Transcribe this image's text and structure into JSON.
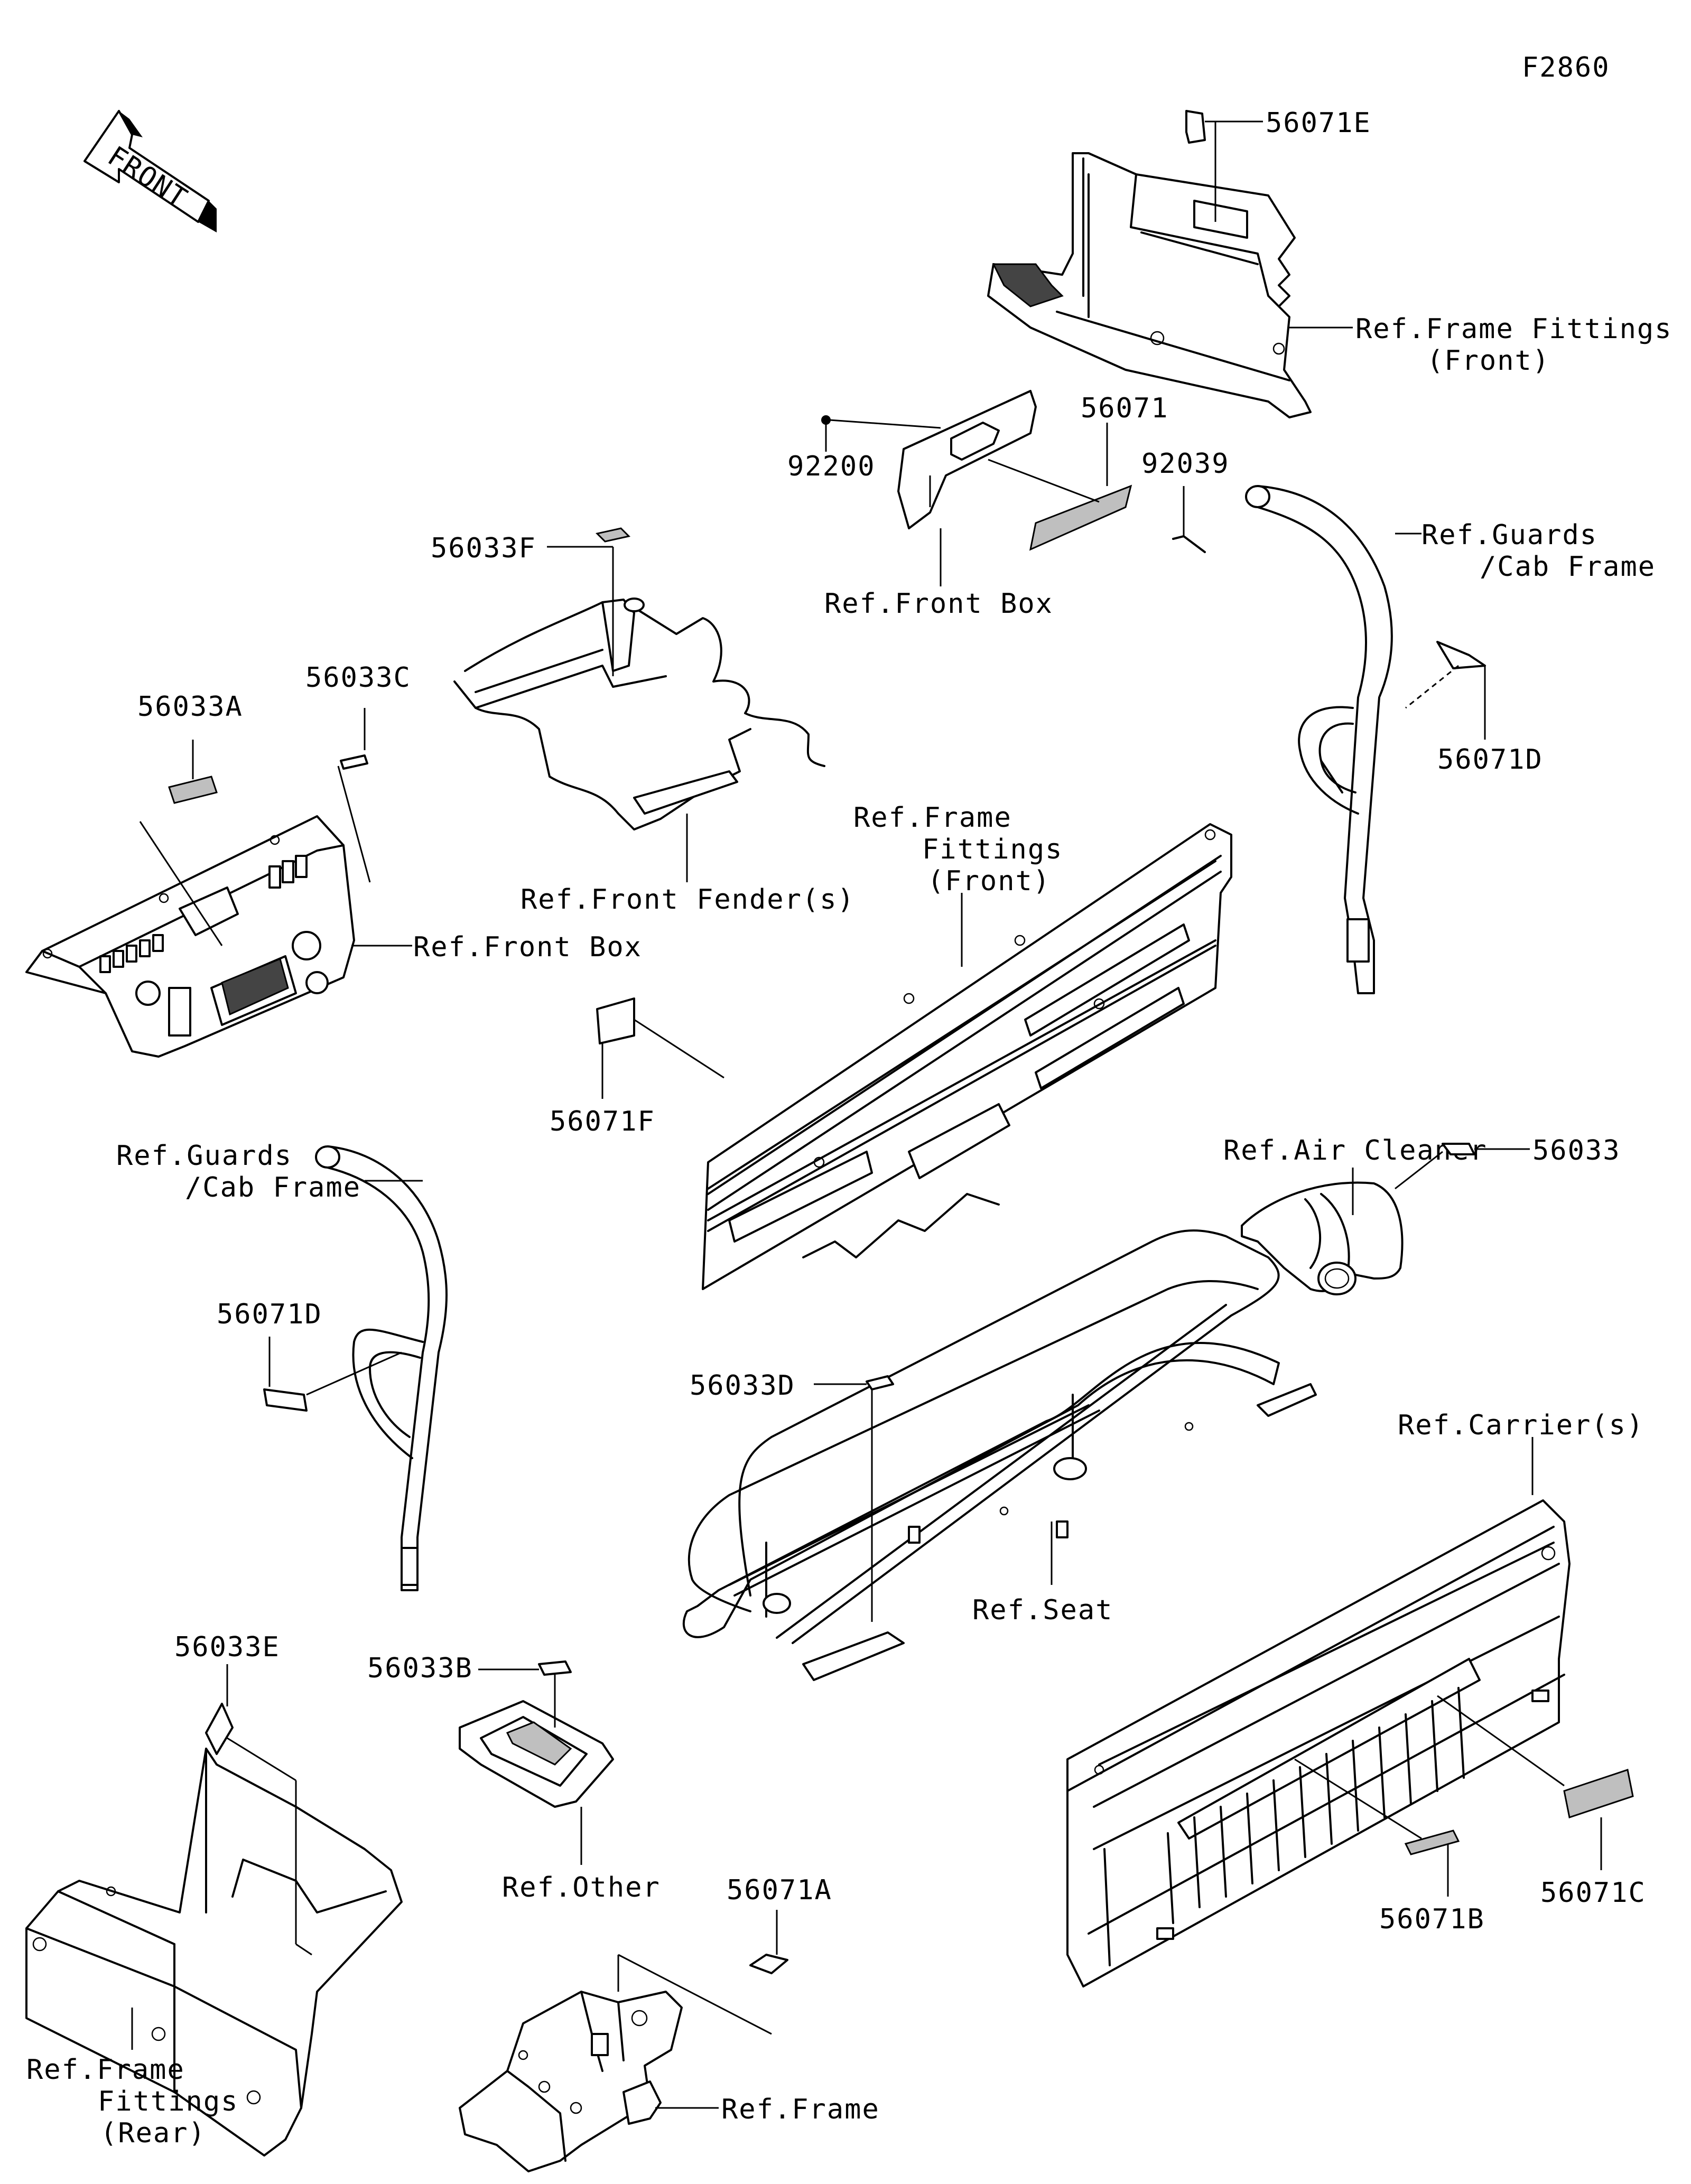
{
  "figure_id": "F2860",
  "front_arrow_label": "FRONT",
  "callouts": {
    "p56071E": "56071E",
    "ref_frame_fittings_front_1": "Ref.Frame Fittings",
    "ref_frame_fittings_front_1b": "(Front)",
    "p92200": "92200",
    "p56071": "56071",
    "p92039": "92039",
    "ref_front_box_1": "Ref.Front Box",
    "ref_guards_1a": "Ref.Guards",
    "ref_guards_1b": "/Cab Frame",
    "p56071D_right": "56071D",
    "p56033F": "56033F",
    "p56033A": "56033A",
    "p56033C": "56033C",
    "ref_front_fenders": "Ref.Front Fender(s)",
    "ref_front_box_2": "Ref.Front Box",
    "ref_frame_fittings_front_2a": "Ref.Frame",
    "ref_frame_fittings_front_2b": "Fittings",
    "ref_frame_fittings_front_2c": "(Front)",
    "p56071F": "56071F",
    "ref_guards_2a": "Ref.Guards",
    "ref_guards_2b": "/Cab Frame",
    "ref_air_cleaner": "Ref.Air Cleaner",
    "p56033": "56033",
    "p56071D_left": "56071D",
    "p56033D": "56033D",
    "ref_carriers": "Ref.Carrier(s)",
    "ref_seat": "Ref.Seat",
    "p56033E": "56033E",
    "p56033B": "56033B",
    "ref_other": "Ref.Other",
    "p56071A": "56071A",
    "p56071B": "56071B",
    "p56071C": "56071C",
    "ref_frame_fittings_rear_a": "Ref.Frame",
    "ref_frame_fittings_rear_b": "Fittings",
    "ref_frame_fittings_rear_c": "(Rear)",
    "ref_frame": "Ref.Frame"
  }
}
